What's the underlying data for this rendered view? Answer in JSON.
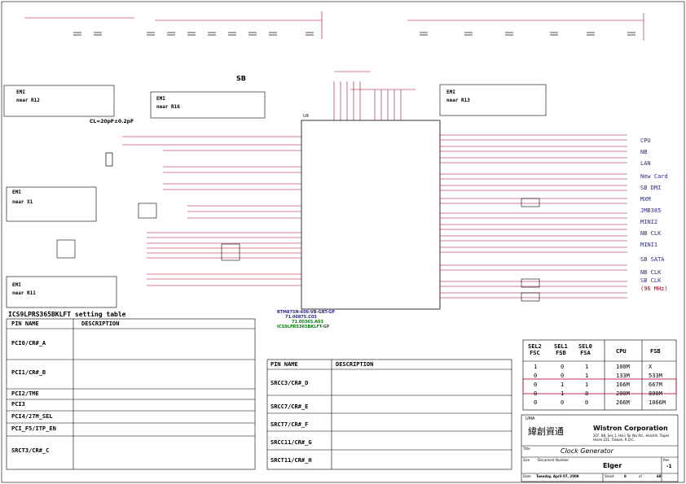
{
  "sections": {
    "sb": "SB",
    "cl": "CL=20pF±0.2pF",
    "cpu_labels": [
      "CPU",
      "NB",
      "LAN",
      "New Card",
      "SB DMI",
      "MXM",
      "JMB385",
      "MINI2",
      "NB CLK",
      "MINI1",
      "SB SATA",
      "NB CLK",
      "SB CLK",
      "(96 MHz)"
    ],
    "emi_blocks": [
      {
        "title": "EMI",
        "sub": "near R12"
      },
      {
        "title": "EMI",
        "sub": "near R16"
      },
      {
        "title": "EMI",
        "sub": "near R13"
      },
      {
        "title": "EMI",
        "sub": "near X1"
      },
      {
        "title": "EMI",
        "sub": "near R11"
      }
    ],
    "chip": {
      "ref": "U9",
      "name1": "RTM875N-606-VB-GRT-GP",
      "name2": "71.00875.C03",
      "name3": "71.00365.A03",
      "name4": "ICS9LPRS365BKLFT-GP"
    }
  },
  "setting_table": {
    "title": "ICS9LPRS365BKLFT setting table",
    "headers": [
      "PIN NAME",
      "DESCRIPTION"
    ],
    "rows": [
      "PCI0/CR#_A",
      "PCI1/CR#_B",
      "PCI2/TME",
      "PCI3",
      "PCI4/27M_SEL",
      "PCI_F5/ITP_EN",
      "SRCT3/CR#_C"
    ]
  },
  "pin_table2": {
    "headers": [
      "PIN NAME",
      "DESCRIPTION"
    ],
    "rows": [
      "SRCC3/CR#_D",
      "SRCC7/CR#_E",
      "SRCT7/CR#_F",
      "SRCC11/CR#_G",
      "SRCT11/CR#_H"
    ]
  },
  "fsb_table": {
    "headers": [
      "SEL2\nFSC",
      "SEL1\nFSB",
      "SEL0\nFSA",
      "CPU",
      "FSB"
    ],
    "rows": [
      [
        "1",
        "0",
        "1",
        "100M",
        "X"
      ],
      [
        "0",
        "0",
        "1",
        "133M",
        "533M"
      ],
      [
        "0",
        "1",
        "1",
        "166M",
        "667M"
      ],
      [
        "0",
        "1",
        "0",
        "200M",
        "800M"
      ],
      [
        "0",
        "0",
        "0",
        "266M",
        "1066M"
      ]
    ]
  },
  "title_block": {
    "company_cn": "緯創資通",
    "company": "Wistron Corporation",
    "address": "21F, 88, Sec.1, Hsin Tai Wu Rd., Hsichih, Taipei Hsien 221, Taiwan, R.O.C.",
    "title_label": "Title",
    "title": "Clock Generator",
    "size_label": "Size",
    "doc_label": "Document Number",
    "doc": "Elger",
    "rev_label": "Rev",
    "rev": "-1",
    "date_label": "Date",
    "date": "Tuesday, April 07, 2009",
    "sheet_label": "Sheet",
    "sheet": "9",
    "of_label": "of",
    "of": "60",
    "uma": "UMA"
  },
  "colors": {
    "wire": "#b00020",
    "text": "#2b2b88",
    "part": "#0a7a0a",
    "frame": "#000000"
  }
}
